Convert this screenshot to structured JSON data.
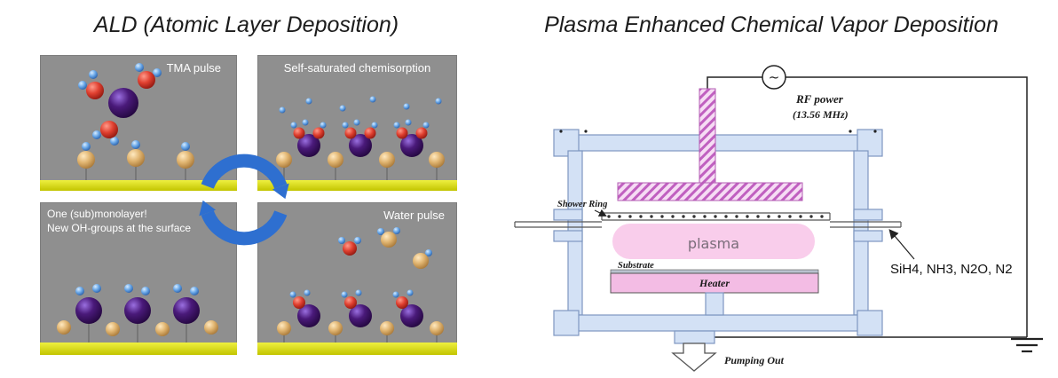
{
  "ald": {
    "title": "ALD (Atomic Layer Deposition)",
    "panels": {
      "tma": {
        "label": "TMA pulse"
      },
      "chemisorption": {
        "label": "Self-saturated chemisorption"
      },
      "monolayer": {
        "line1": "One (sub)monolayer!",
        "line2": "New OH-groups at the surface"
      },
      "water": {
        "label": "Water pulse"
      }
    }
  },
  "pecvd": {
    "title": "Plasma Enhanced Chemical Vapor Deposition",
    "rf_symbol": "~",
    "rf_power": "RF power",
    "rf_freq": "(13.56 MHz)",
    "shower_ring": "Shower Ring",
    "plasma": "plasma",
    "substrate": "Substrate",
    "heater": "Heater",
    "gases": "SiH4, NH3, N2O, N2",
    "pumping_out": "Pumping Out"
  },
  "icons": {
    "cycle_arrows": "circular-cycle-arrows",
    "ac_source": "ac-sine-symbol",
    "ground": "earth-ground-symbol",
    "pump_arrow": "hollow-down-arrow"
  },
  "colors": {
    "panel_gray": "#8f8f8f",
    "substrate_yellow": "#d8da12",
    "cycle_blue": "#2e6fd0",
    "chamber_blue": "#d3e1f5",
    "electrode_pink": "#f6dcf4",
    "electrode_hatch": "#c060c0",
    "plasma_pink": "#f9cdeb",
    "heater_pink": "#f3bce4"
  }
}
